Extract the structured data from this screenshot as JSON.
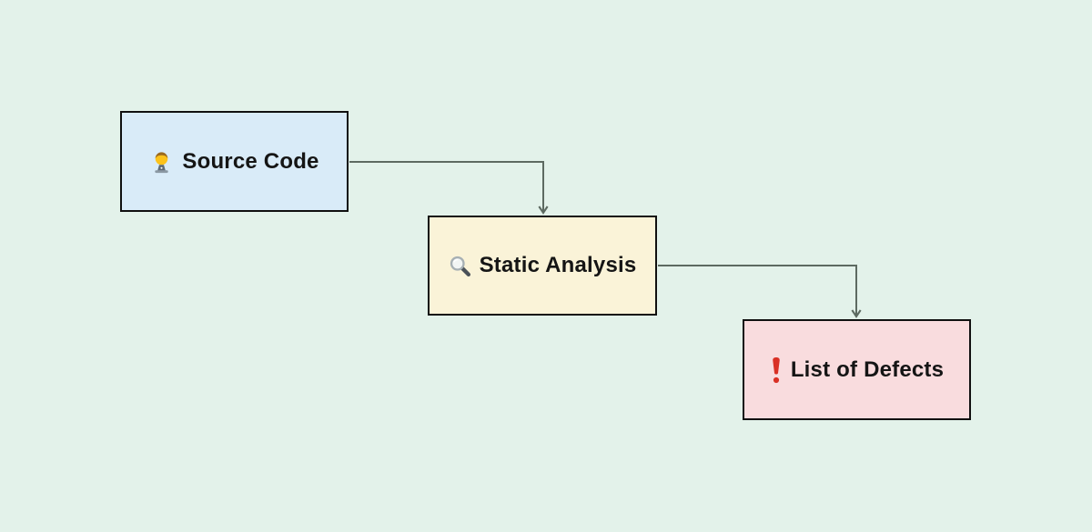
{
  "colors": {
    "background": "#e3f2ea",
    "connector": "#5d6a61",
    "node_border": "#101010",
    "text": "#151515",
    "exclamation_red": "#d93025"
  },
  "diagram": {
    "nodes": [
      {
        "id": "source-code",
        "label": "Source Code",
        "icon": "technologist-icon",
        "fill": "#d9ebf8"
      },
      {
        "id": "static-analysis",
        "label": "Static Analysis",
        "icon": "magnifying-glass-icon",
        "fill": "#faf3d8"
      },
      {
        "id": "list-of-defects",
        "label": "List of Defects",
        "icon": "red-exclamation-icon",
        "fill": "#f9dcde"
      }
    ],
    "edges": [
      {
        "from": "source-code",
        "to": "static-analysis",
        "style": "elbow-arrow"
      },
      {
        "from": "static-analysis",
        "to": "list-of-defects",
        "style": "elbow-arrow"
      }
    ]
  }
}
